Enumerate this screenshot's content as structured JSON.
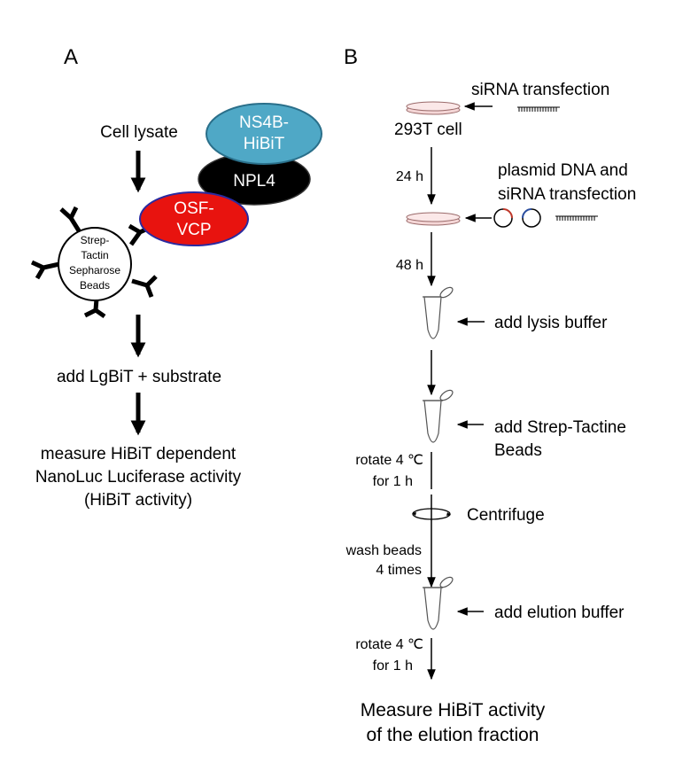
{
  "panel_a": {
    "label": "A",
    "cell_lysate": "Cell lysate",
    "ns4b_line1": "NS4B-",
    "ns4b_line2": "HiBiT",
    "npl4": "NPL4",
    "osf_line1": "OSF-",
    "osf_line2": "VCP",
    "beads_line1": "Strep-",
    "beads_line2": "Tactin",
    "beads_line3": "Sepharose",
    "beads_line4": "Beads",
    "step_add_lgbit": "add LgBiT + substrate",
    "measure_line1": "measure HiBiT dependent",
    "measure_line2": "NanoLuc Luciferase activity",
    "measure_line3": "(HiBiT activity)",
    "colors": {
      "ns4b": "#4fa8c6",
      "npl4": "#000000",
      "osf": "#e8130f"
    }
  },
  "panel_b": {
    "label": "B",
    "sirna_transfection": "siRNA transfection",
    "cell": "293T cell",
    "time_24h": "24 h",
    "plasmid_line1": "plasmid DNA and",
    "plasmid_line2": "siRNA transfection",
    "time_48h": "48 h",
    "add_lysis": "add lysis buffer",
    "add_strep_line1": "add Strep-Tactine",
    "add_strep_line2": "Beads",
    "rotate1_line1": "rotate 4 ℃",
    "rotate1_line2": "for 1 h",
    "centrifuge": "Centrifuge",
    "wash_line1": "wash beads",
    "wash_line2": "4 times",
    "add_elution": "add elution buffer",
    "rotate2_line1": "rotate 4 ℃",
    "rotate2_line2": "for 1 h",
    "final_line1": "Measure HiBiT activity",
    "final_line2": "of the elution fraction"
  }
}
